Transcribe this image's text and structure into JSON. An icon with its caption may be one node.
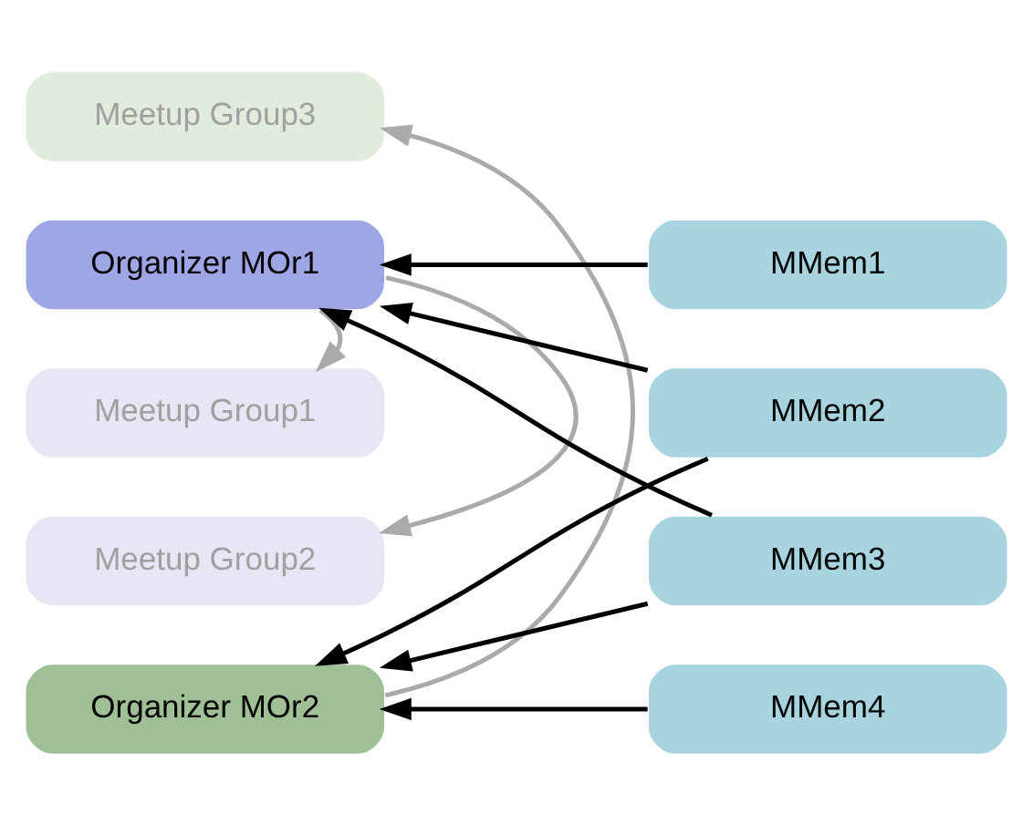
{
  "diagram": {
    "nodes": [
      {
        "text": [
          "Meetup Group1"
        ]
      },
      {
        "text": [
          "Organizer MOr1"
        ]
      },
      {
        "text": [
          "Meetup Group2"
        ]
      },
      {
        "text": [
          "Meetup Group3"
        ]
      },
      {
        "text": [
          "Organizer MOr2"
        ]
      },
      {
        "text": [
          "MMem1"
        ]
      },
      {
        "text": [
          "MMem2"
        ]
      },
      {
        "text": [
          "MMem3"
        ]
      },
      {
        "text": [
          "MMem4"
        ]
      }
    ],
    "edges": [
      {
        "from": 1,
        "to": 0,
        "arrow": "to",
        "color": "#aaaaaa"
      },
      {
        "from": 1,
        "to": 2,
        "arrow": "to",
        "color": "#aaaaaa"
      },
      {
        "from": 4,
        "to": 3,
        "arrow": "to",
        "color": "#aaaaaa"
      },
      {
        "from": 5,
        "to": 1,
        "arrow": "to"
      },
      {
        "from": 6,
        "to": 1,
        "arrow": "to"
      },
      {
        "from": 7,
        "to": 1,
        "arrow": "to"
      },
      {
        "from": 6,
        "to": 4,
        "arrow": "to"
      },
      {
        "from": 7,
        "to": 4,
        "arrow": "to"
      },
      {
        "from": 8,
        "to": 4,
        "arrow": "to"
      }
    ]
  }
}
